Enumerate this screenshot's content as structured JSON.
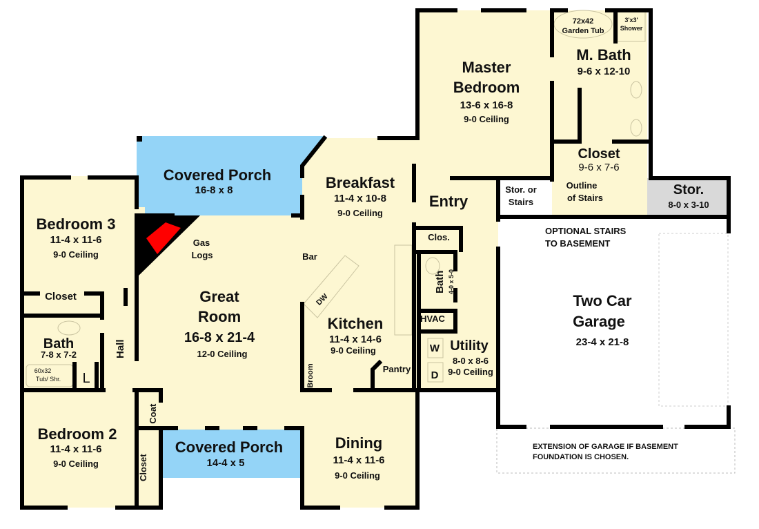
{
  "plan": {
    "colors": {
      "room_fill": "#fdf7d2",
      "porch_fill": "#94d4f7",
      "storage_fill": "#d9d9d9",
      "garage_fill": "#ffffff",
      "wall": "#000000",
      "fireplace": "#ff0000"
    },
    "rooms": {
      "master_bedroom": {
        "name_line1": "Master",
        "name_line2": "Bedroom",
        "size": "13-6 x 16-8",
        "ceiling": "9-0 Ceiling"
      },
      "m_bath": {
        "name": "M. Bath",
        "size": "9-6 x 12-10"
      },
      "garden_tub": {
        "line1": "72x42",
        "line2": "Garden Tub"
      },
      "shower": {
        "line1": "3'x3'",
        "line2": "Shower"
      },
      "master_closet": {
        "name": "Closet",
        "size": "9-6 x 7-6",
        "note_line1": "Outline",
        "note_line2": "of Stairs"
      },
      "storage": {
        "name": "Stor.",
        "size": "8-0 x 3-10"
      },
      "stor_or_stairs": {
        "line1": "Stor. or",
        "line2": "Stairs"
      },
      "entry": {
        "name": "Entry"
      },
      "breakfast": {
        "name": "Breakfast",
        "size": "11-4 x 10-8",
        "ceiling": "9-0 Ceiling"
      },
      "covered_porch_rear": {
        "name": "Covered Porch",
        "size": "16-8 x 8"
      },
      "bedroom3": {
        "name": "Bedroom 3",
        "size": "11-4 x 11-6",
        "ceiling": "9-0 Ceiling"
      },
      "closet_b3": {
        "name": "Closet"
      },
      "bath_hall": {
        "name": "Bath",
        "size": "7-8 x 7-2"
      },
      "tub_shr": {
        "line1": "60x32",
        "line2": "Tub/ Shr."
      },
      "linen": {
        "name": "L"
      },
      "hall": {
        "name": "Hall"
      },
      "gas_logs": {
        "line1": "Gas",
        "line2": "Logs"
      },
      "great_room": {
        "name_line1": "Great",
        "name_line2": "Room",
        "size": "16-8 x 21-4",
        "ceiling": "12-0 Ceiling"
      },
      "bar": {
        "name": "Bar"
      },
      "dw": {
        "name": "DW"
      },
      "kitchen": {
        "name": "Kitchen",
        "size": "11-4 x 14-6",
        "ceiling": "9-0 Ceiling"
      },
      "broom": {
        "name": "Broom"
      },
      "pantry": {
        "name": "Pantry"
      },
      "clos": {
        "name": "Clos."
      },
      "half_bath": {
        "name": "Bath",
        "size": "4-0 x 5-0"
      },
      "hvac": {
        "name": "HVAC"
      },
      "utility": {
        "name": "Utility",
        "size": "8-0 x 8-6",
        "ceiling": "9-0 Ceiling"
      },
      "washer": {
        "name": "W"
      },
      "dryer": {
        "name": "D"
      },
      "optional_stairs": {
        "line1": "OPTIONAL STAIRS",
        "line2": "TO BASEMENT"
      },
      "garage": {
        "name_line1": "Two Car",
        "name_line2": "Garage",
        "size": "23-4 x 21-8"
      },
      "garage_extension": {
        "line1": "EXTENSION OF GARAGE IF BASEMENT",
        "line2": "FOUNDATION IS CHOSEN."
      },
      "bedroom2": {
        "name": "Bedroom 2",
        "size": "11-4 x 11-6",
        "ceiling": "9-0 Ceiling"
      },
      "coat": {
        "name": "Coat"
      },
      "closet_b2": {
        "name": "Closet"
      },
      "covered_porch_front": {
        "name": "Covered Porch",
        "size": "14-4 x 5"
      },
      "dining": {
        "name": "Dining",
        "size": "11-4 x 11-6",
        "ceiling": "9-0 Ceiling"
      }
    }
  }
}
